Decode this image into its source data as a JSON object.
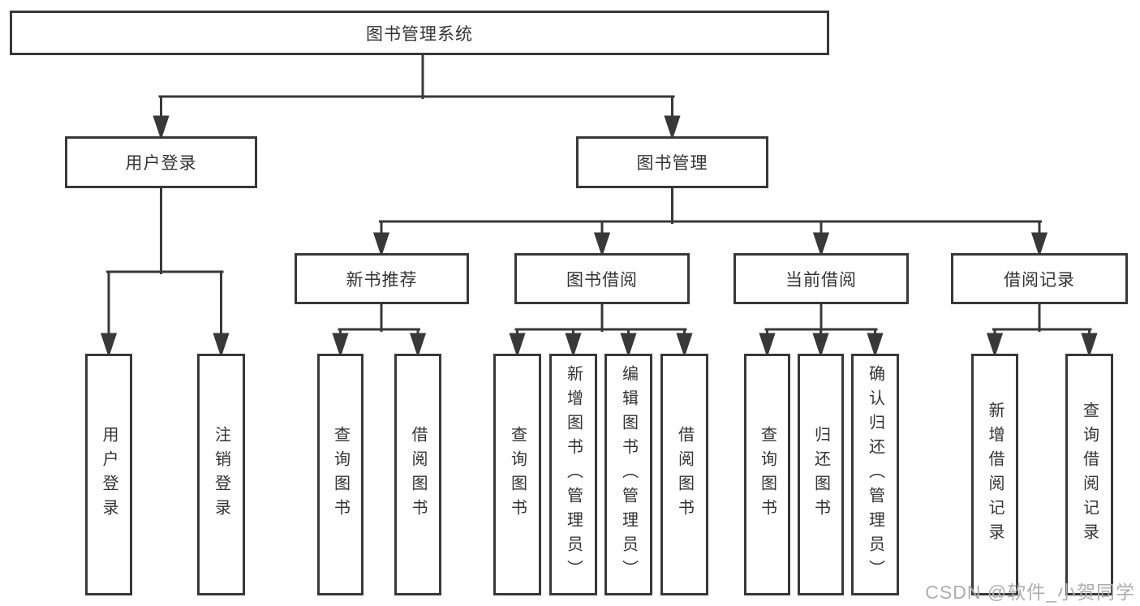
{
  "diagram": {
    "title_node": "图书管理系统",
    "level2": {
      "user_login": "用户登录",
      "book_mgmt": "图书管理"
    },
    "level3": {
      "new_book": "新书推荐",
      "book_borrow": "图书借阅",
      "current_borrow": "当前借阅",
      "borrow_record": "借阅记录"
    },
    "leaves": {
      "user_login": [
        "用户登录",
        "注销登录"
      ],
      "new_book": [
        "查询图书",
        "借阅图书"
      ],
      "book_borrow": [
        "查询图书",
        "新增图书（管理员）",
        "编辑图书（管理员）",
        "借阅图书"
      ],
      "current_borrow": [
        "查询图书",
        "归还图书",
        "确认归还（管理员）"
      ],
      "borrow_record": [
        "新增借阅记录",
        "查询借阅记录"
      ]
    }
  },
  "watermark": {
    "text": "CSDN @软件_小贺同学",
    "color": "#adadad"
  },
  "colors": {
    "line": "#383838",
    "text": "#333333",
    "box_background": "#ffffff",
    "page_background": "#ffffff"
  }
}
